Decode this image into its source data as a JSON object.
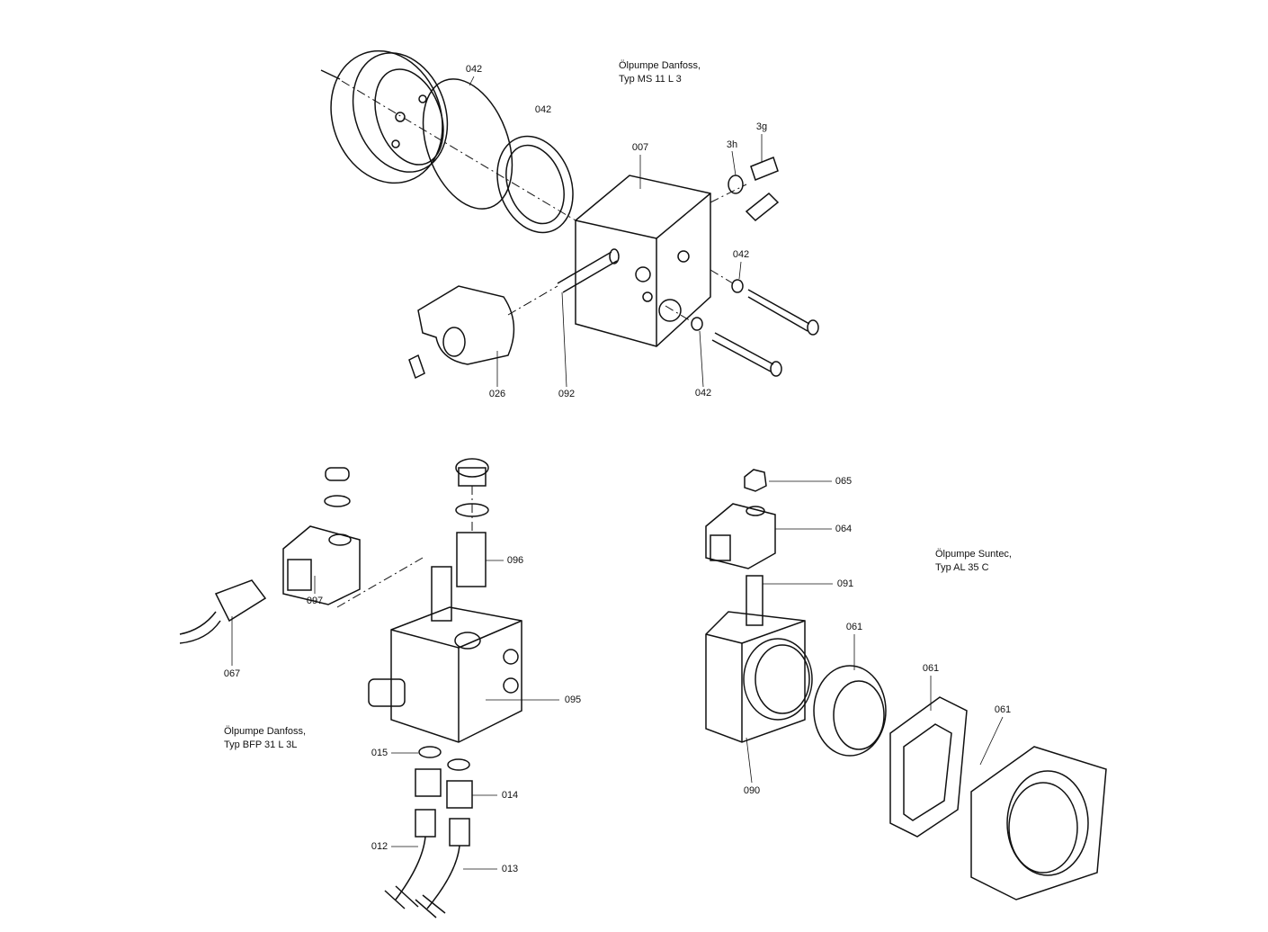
{
  "titles": {
    "top": [
      "Ölpumpe Danfoss,",
      "Typ MS 11 L 3"
    ],
    "bottom_left": [
      "Ölpumpe Danfoss,",
      "Typ BFP 31 L 3L"
    ],
    "bottom_right": [
      "Ölpumpe Suntec,",
      "Typ AL 35 C"
    ]
  },
  "part_labels": {
    "top": [
      "042",
      "042",
      "007",
      "3h",
      "3g",
      "042",
      "026",
      "092",
      "042"
    ],
    "bottom_left": [
      "096",
      "097",
      "067",
      "095",
      "015",
      "014",
      "012",
      "013"
    ],
    "bottom_right": [
      "065",
      "064",
      "091",
      "061",
      "061",
      "061",
      "090"
    ]
  }
}
